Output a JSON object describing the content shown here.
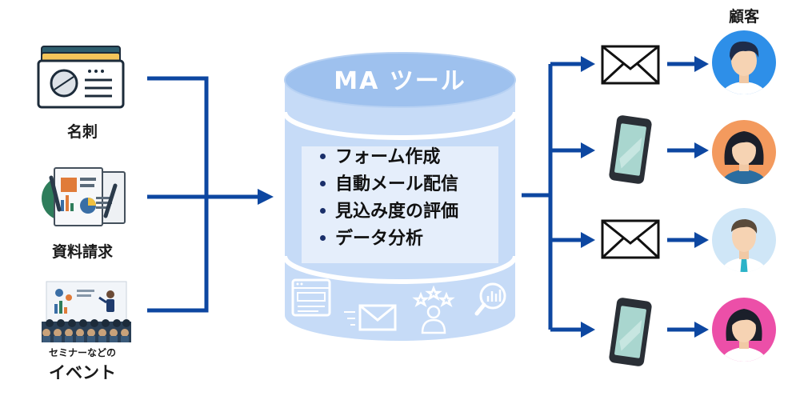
{
  "sources": [
    {
      "label": "名刺",
      "icon": "business-card-icon"
    },
    {
      "label": "資料請求",
      "icon": "documents-icon"
    },
    {
      "label_line1": "セミナーなどの",
      "label_line2": "イベント",
      "icon": "seminar-event-icon"
    }
  ],
  "ma_tool": {
    "title": "MA ツール",
    "features": [
      "フォーム作成",
      "自動メール配信",
      "見込み度の評価",
      "データ分析"
    ],
    "bottom_icons": [
      "form-icon",
      "email-send-icon",
      "rating-user-icon",
      "analytics-icon"
    ]
  },
  "customers_label": "顧客",
  "channels": [
    "envelope-icon",
    "smartphone-icon",
    "envelope-icon",
    "smartphone-icon"
  ],
  "customers": [
    "customer-avatar-man-blue",
    "customer-avatar-woman-orange",
    "customer-avatar-man-light",
    "customer-avatar-woman-pink"
  ],
  "colors": {
    "connector": "#0d47a1",
    "db_body": "#c6dbf7",
    "db_top": "#9ec1ee",
    "db_band": "#e5eefb",
    "text": "#1a1a1a"
  }
}
